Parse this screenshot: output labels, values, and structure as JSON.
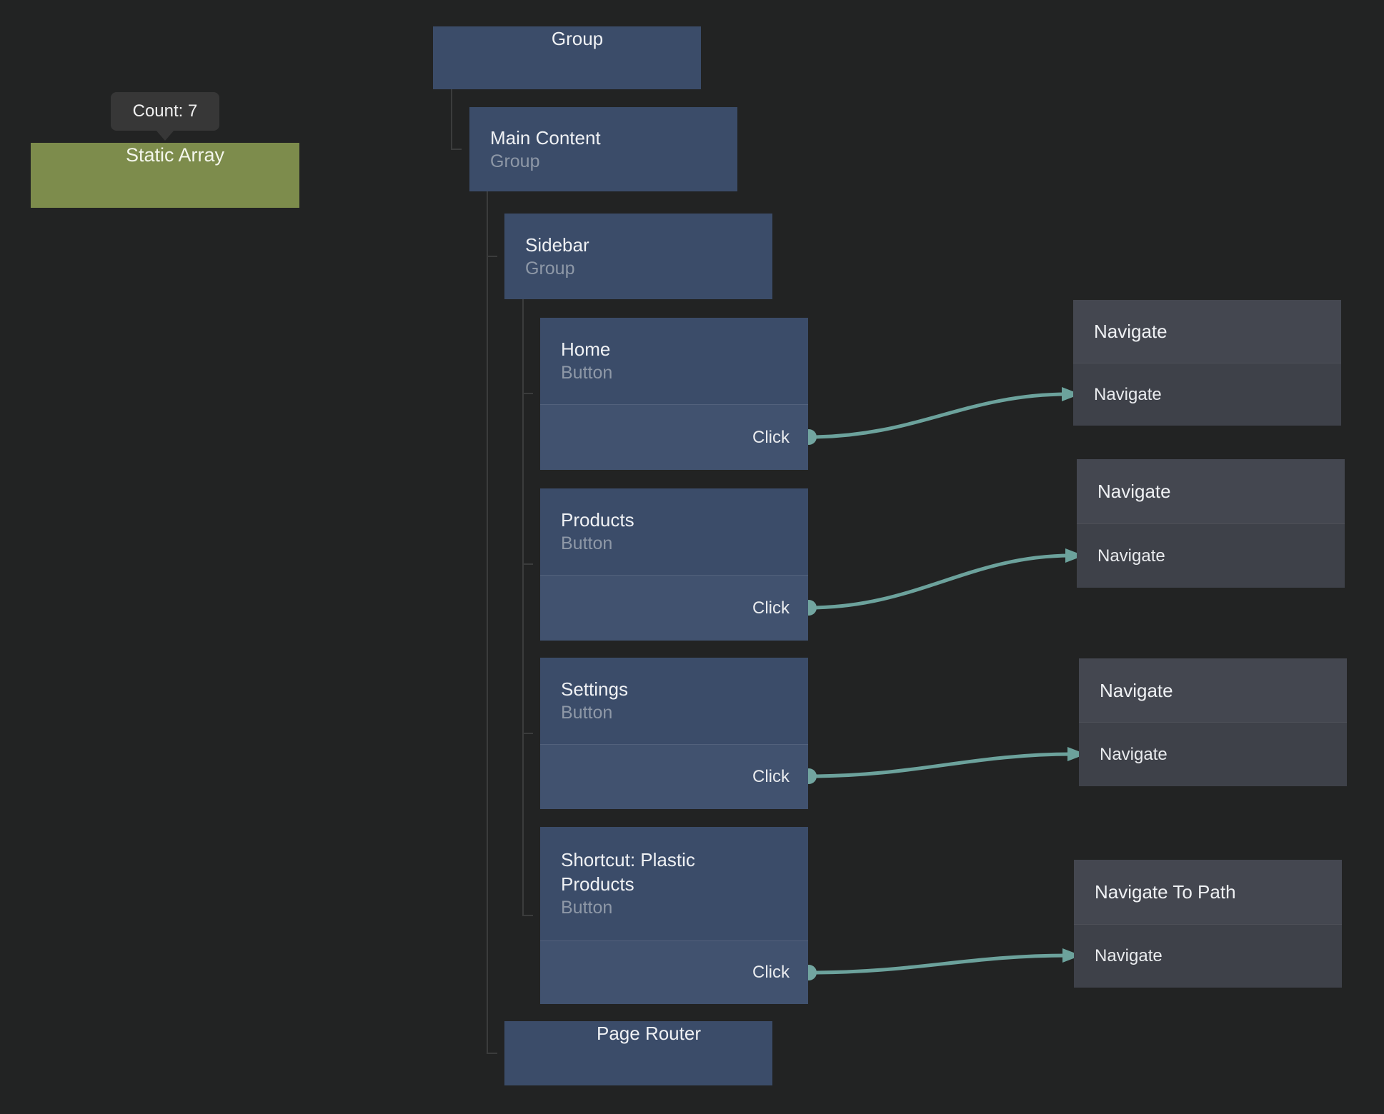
{
  "tooltip": {
    "text": "Count: 7"
  },
  "nodes": {
    "static_array": {
      "title": "Static Array"
    },
    "group": {
      "title": "Group"
    },
    "main_content": {
      "title": "Main Content",
      "subtitle": "Group"
    },
    "sidebar": {
      "title": "Sidebar",
      "subtitle": "Group"
    },
    "home": {
      "title": "Home",
      "subtitle": "Button",
      "output_port": "Click"
    },
    "products": {
      "title": "Products",
      "subtitle": "Button",
      "output_port": "Click"
    },
    "settings": {
      "title": "Settings",
      "subtitle": "Button",
      "output_port": "Click"
    },
    "shortcut": {
      "title": "Shortcut: Plastic Products",
      "subtitle": "Button",
      "output_port": "Click"
    },
    "page_router": {
      "title": "Page Router"
    },
    "navigate_home": {
      "title": "Navigate",
      "input_port": "Navigate"
    },
    "navigate_products": {
      "title": "Navigate",
      "input_port": "Navigate"
    },
    "navigate_settings": {
      "title": "Navigate",
      "input_port": "Navigate"
    },
    "navigate_to_path": {
      "title": "Navigate To Path",
      "input_port": "Navigate"
    }
  },
  "hierarchy": {
    "Group": [
      "Main Content"
    ],
    "Main Content": [
      "Sidebar",
      "Page Router"
    ],
    "Sidebar": [
      "Home",
      "Products",
      "Settings",
      "Shortcut: Plastic Products"
    ]
  },
  "connections": [
    {
      "from": "Home",
      "from_port": "Click",
      "to": "Navigate",
      "to_port": "Navigate"
    },
    {
      "from": "Products",
      "from_port": "Click",
      "to": "Navigate",
      "to_port": "Navigate"
    },
    {
      "from": "Settings",
      "from_port": "Click",
      "to": "Navigate",
      "to_port": "Navigate"
    },
    {
      "from": "Shortcut: Plastic Products",
      "from_port": "Click",
      "to": "Navigate To Path",
      "to_port": "Navigate"
    }
  ],
  "colors": {
    "background": "#222323",
    "component_node": "#3b4c69",
    "component_node_ports": "#41526f",
    "action_node": "#444750",
    "action_node_ports": "#3e4149",
    "data_node": "#7d8c4c",
    "wire": "#6ca29c",
    "tree_line": "#3b3c3c",
    "tooltip_bg": "#373737"
  }
}
